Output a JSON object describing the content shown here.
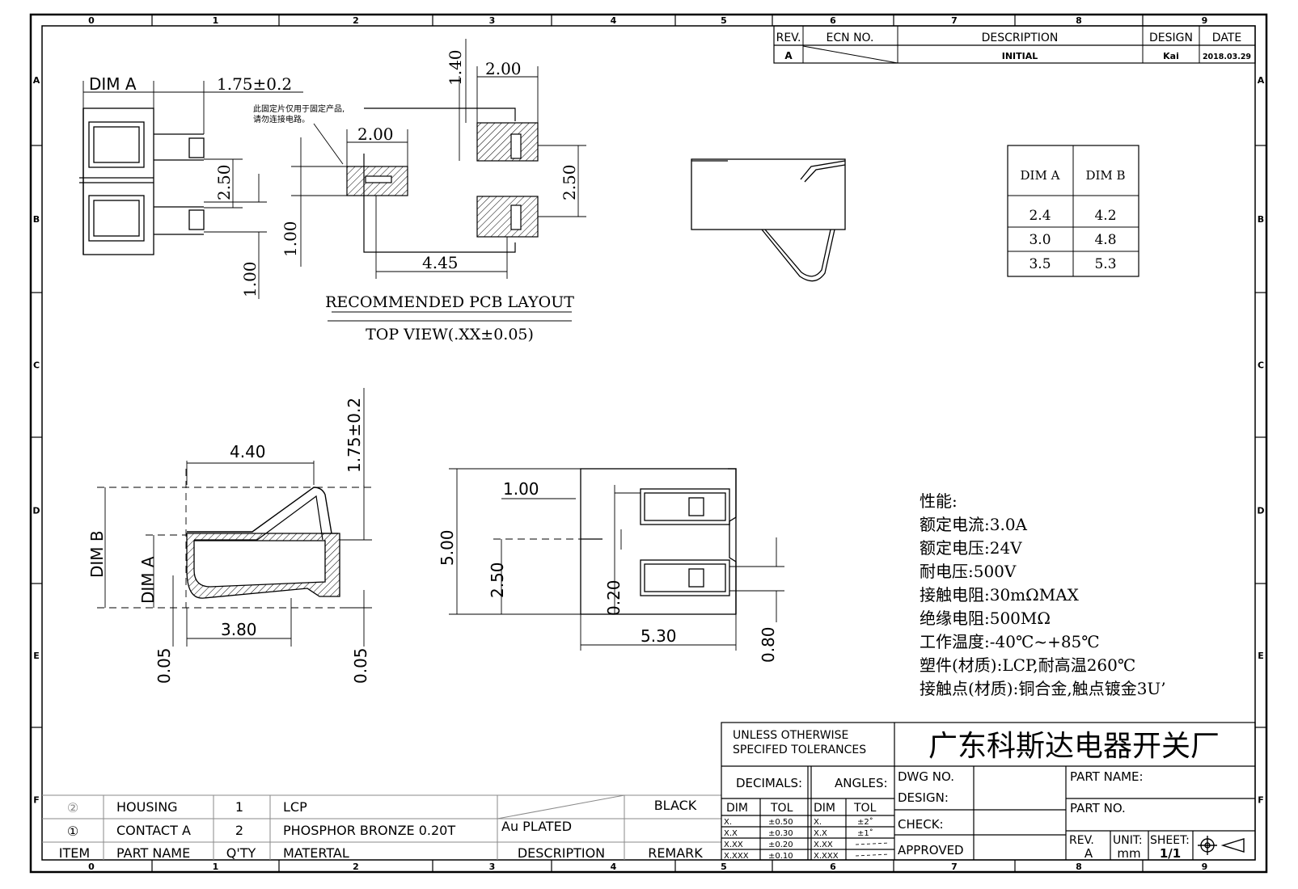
{
  "zone_columns": [
    "0",
    "1",
    "2",
    "3",
    "4",
    "5",
    "6",
    "7",
    "8",
    "9"
  ],
  "zone_rows": [
    "A",
    "B",
    "C",
    "D",
    "E",
    "F"
  ],
  "revision_block": {
    "headers": {
      "rev": "REV.",
      "ecn": "ECN NO.",
      "description": "DESCRIPTION",
      "design": "DESIGN",
      "date": "DATE"
    },
    "row": {
      "rev": "A",
      "description": "INITIAL",
      "design": "Kai",
      "date": "2018.03.29"
    }
  },
  "side_view": {
    "dim_a_label": "DIM A",
    "dim_175": "1.75±0.2",
    "dim_250": "2.50",
    "dim_100": "1.00",
    "note_line1": "此固定片仅用于固定产品,",
    "note_line2": "请勿连接电路。"
  },
  "pcb_layout": {
    "dim_140": "1.40",
    "dim_200_top": "2.00",
    "dim_200_left": "2.00",
    "dim_250": "2.50",
    "dim_100": "1.00",
    "dim_445": "4.45",
    "title": "RECOMMENDED PCB LAYOUT",
    "subtitle": "TOP VIEW(.XX±0.05)"
  },
  "dim_table": {
    "headers": [
      "DIM A",
      "DIM B"
    ],
    "rows": [
      [
        "2.4",
        "4.2"
      ],
      [
        "3.0",
        "4.8"
      ],
      [
        "3.5",
        "5.3"
      ]
    ]
  },
  "section_view": {
    "dim_440": "4.40",
    "dim_175": "1.75±0.2",
    "dim_b": "DIM B",
    "dim_a": "DIM A",
    "dim_380": "3.80",
    "dim_005_left": "0.05",
    "dim_005_right": "0.05"
  },
  "bottom_view": {
    "dim_100": "1.00",
    "dim_500": "5.00",
    "dim_250": "2.50",
    "dim_020": "0.20",
    "dim_530": "5.30",
    "dim_080": "0.80"
  },
  "specs": {
    "title": "性能:",
    "lines": [
      "额定电流:3.0A",
      "额定电压:24V",
      "耐电压:500V",
      "接触电阻:30mΩMAX",
      "绝缘电阻:500MΩ",
      "工作温度:-40℃~+85℃",
      "塑件(材质):LCP,耐高温260℃",
      "接触点(材质):铜合金,触点镀金3U’"
    ]
  },
  "bom": {
    "rows": [
      {
        "item": "②",
        "name": "HOUSING",
        "qty": "1",
        "material": "LCP",
        "description": "",
        "remark": "BLACK"
      },
      {
        "item": "①",
        "name": "CONTACT A",
        "qty": "2",
        "material": "PHOSPHOR BRONZE 0.20T",
        "description": "Au PLATED",
        "remark": ""
      }
    ],
    "headers": {
      "item": "ITEM",
      "name": "PART NAME",
      "qty": "Q'TY",
      "material": "MATERTAL",
      "description": "DESCRIPTION",
      "remark": "REMARK"
    }
  },
  "title_block": {
    "tolerance_title_1": "UNLESS OTHERWISE",
    "tolerance_title_2": "SPECIFED TOLERANCES",
    "company": "广东科斯达电器开关厂",
    "decimals": "DECIMALS:",
    "angles": "ANGLES:",
    "dim": "DIM",
    "tol": "TOL",
    "decimal_rows": [
      [
        "X.",
        "±0.50"
      ],
      [
        "X.X",
        "±0.30"
      ],
      [
        "X.XX",
        "±0.20"
      ],
      [
        "X.XXX",
        "±0.10"
      ]
    ],
    "angle_rows": [
      [
        "X.",
        "±2˚"
      ],
      [
        "X.X",
        "±1˚"
      ],
      [
        "X.XX",
        ""
      ],
      [
        "X.XXX",
        ""
      ]
    ],
    "dwg_no": "DWG NO.",
    "design": "DESIGN:",
    "check": "CHECK:",
    "approved": "APPROVED",
    "part_name": "PART NAME:",
    "part_no": "PART NO.",
    "rev_label": "REV.",
    "rev_value": "A",
    "unit_label": "UNIT:",
    "unit_value": "mm",
    "sheet_label": "SHEET:",
    "sheet_value": "1/1"
  }
}
